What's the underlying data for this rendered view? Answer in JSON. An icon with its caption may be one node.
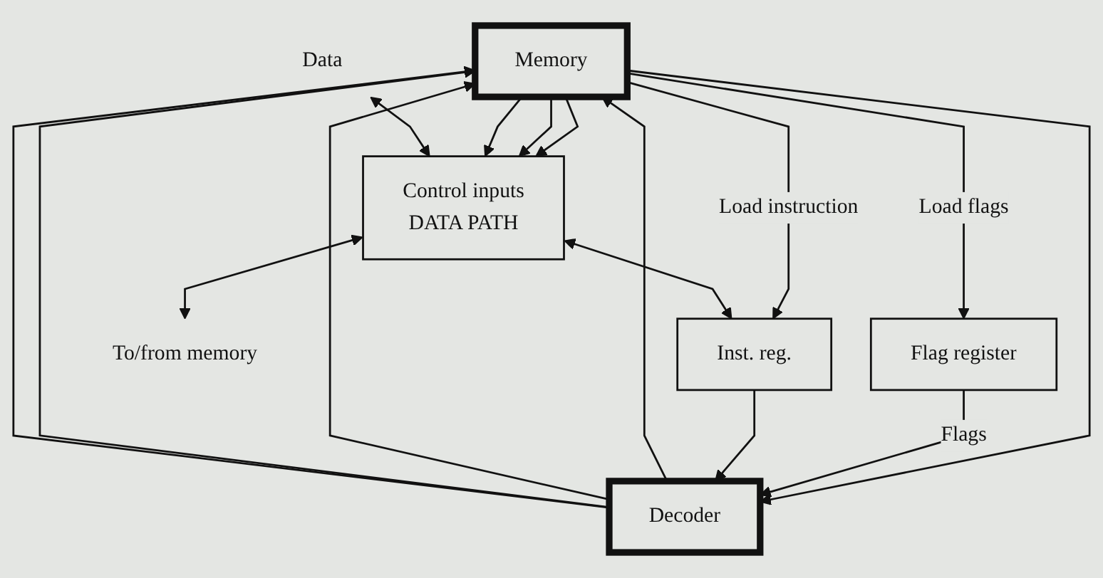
{
  "diagram": {
    "nodes": [
      {
        "text": [
          "Memory"
        ]
      },
      {
        "text": [
          "Decoder"
        ]
      },
      {
        "text": [
          "Inst. reg."
        ]
      },
      {
        "text": [
          "Flag register"
        ]
      },
      {
        "text": [
          "Control inputs",
          "DATA PATH"
        ]
      },
      {
        "text": [
          "Data"
        ]
      },
      {
        "text": [
          "To/from memory"
        ]
      }
    ],
    "edges": [
      {
        "from": 1,
        "to": 0,
        "arrow": "to"
      },
      {
        "from": 1,
        "to": 0,
        "arrow": "to"
      },
      {
        "from": 1,
        "to": 0,
        "arrow": "to"
      },
      {
        "from": 1,
        "to": 0,
        "arrow": "to"
      },
      {
        "from": 0,
        "to": 4,
        "arrow": "to"
      },
      {
        "from": 0,
        "to": 4,
        "arrow": "to"
      },
      {
        "from": 0,
        "to": 4,
        "arrow": "to"
      },
      {
        "from": 0,
        "to": 1,
        "arrow": "to"
      },
      {
        "from": 0,
        "to": 2,
        "arrow": "to",
        "label": "Load instruction"
      },
      {
        "from": 0,
        "to": 3,
        "arrow": "to",
        "label": "Load flags"
      },
      {
        "from": 3,
        "to": 1,
        "arrow": "to",
        "label": "Flags"
      },
      {
        "from": 2,
        "to": 1,
        "arrow": "to"
      },
      {
        "from": 5,
        "to": 4,
        "arrow": "both"
      },
      {
        "from": 4,
        "to": 6,
        "arrow": "both"
      },
      {
        "from": 4,
        "to": 2,
        "arrow": "both"
      }
    ]
  }
}
